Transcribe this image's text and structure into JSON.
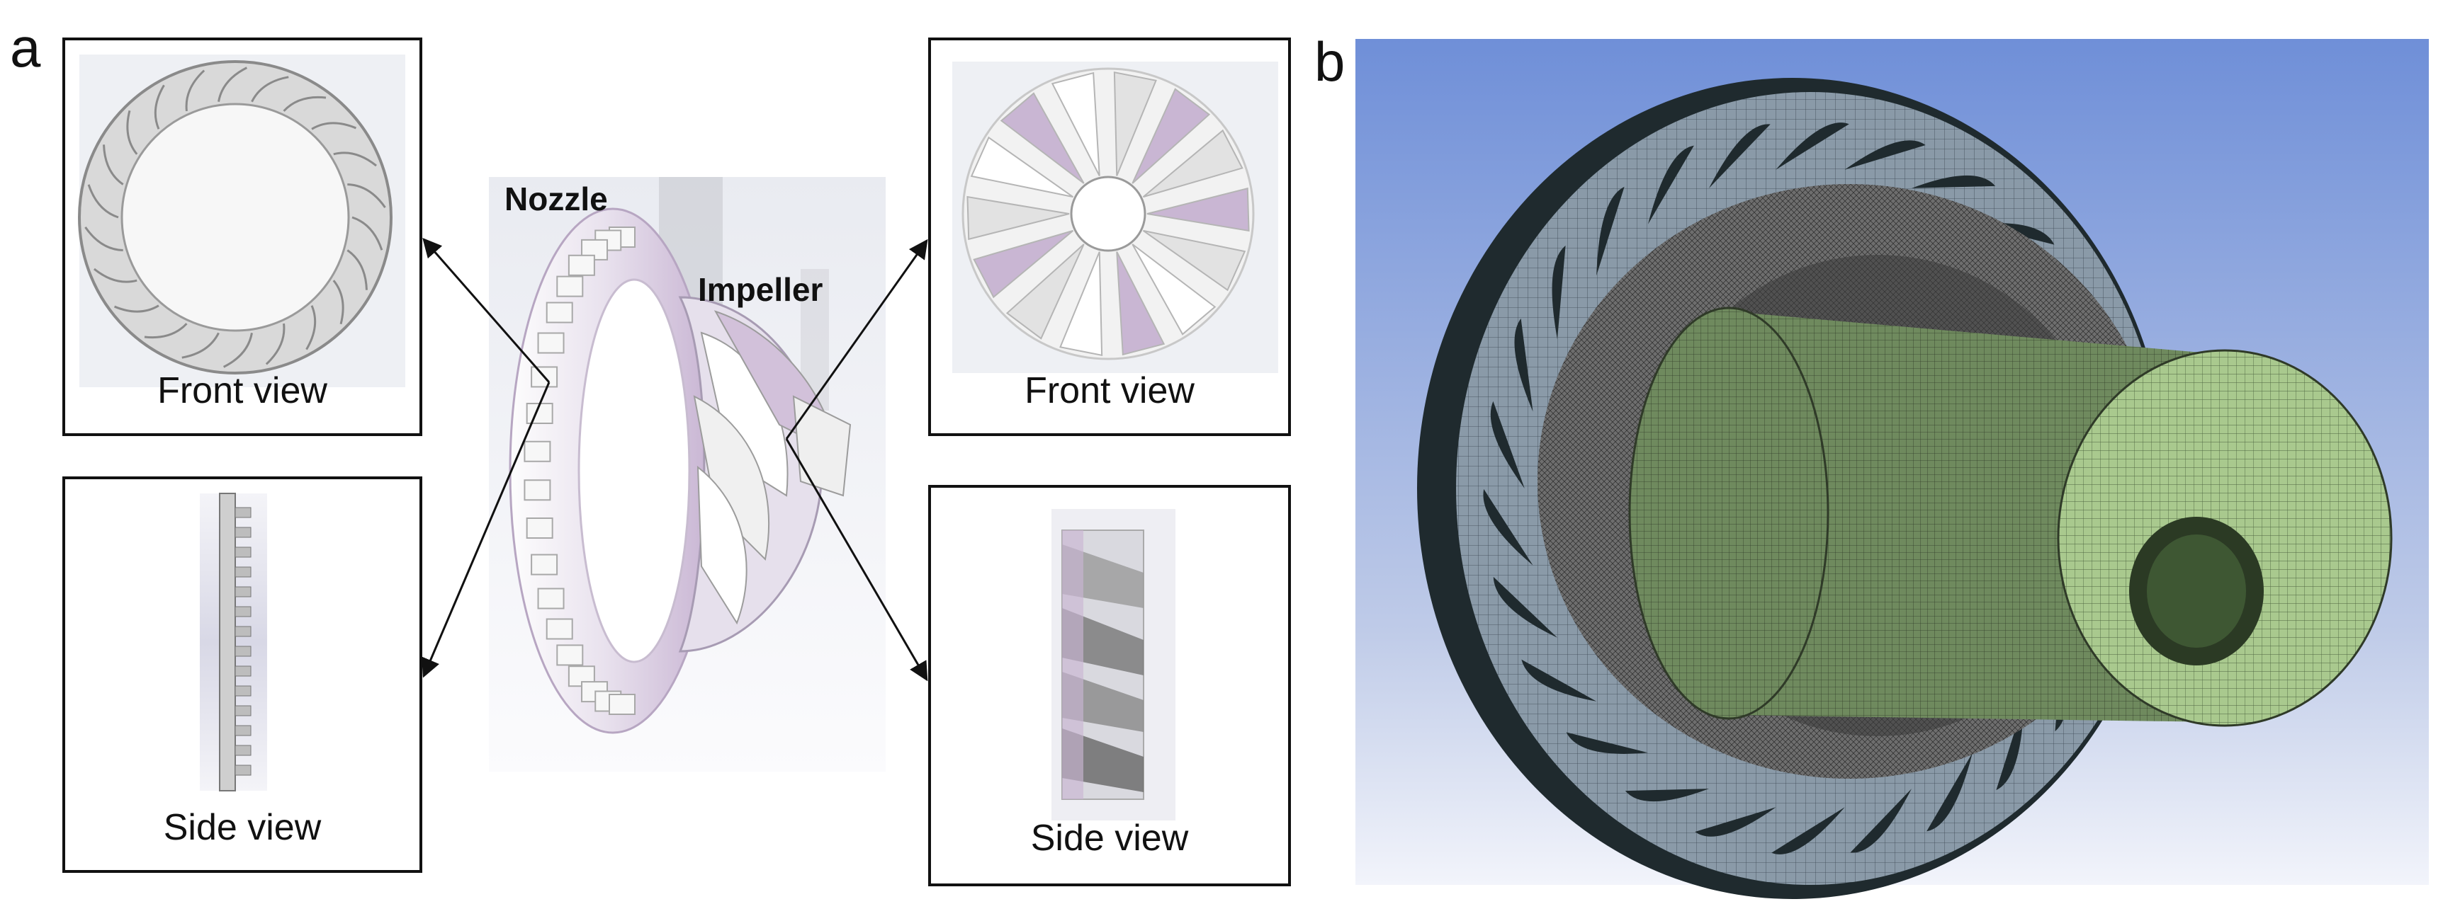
{
  "panels": {
    "a": {
      "letter": "a"
    },
    "b": {
      "letter": "b"
    }
  },
  "labels": {
    "nozzle": "Nozzle",
    "impeller": "Impeller"
  },
  "boxes": {
    "nozzle_front": {
      "caption": "Front view"
    },
    "nozzle_side": {
      "caption": "Side view"
    },
    "impeller_front": {
      "caption": "Front view"
    },
    "impeller_side": {
      "caption": "Side view"
    }
  },
  "colors": {
    "nozzle_ring": "#d8d8d8",
    "impeller_pink": "#c9b6d3",
    "mesh_background": "#6f8fd8",
    "mesh_dark": "#1f2a2e",
    "mesh_green": "#6f8a5e",
    "mesh_blade_gray": "#8a9aa8"
  }
}
